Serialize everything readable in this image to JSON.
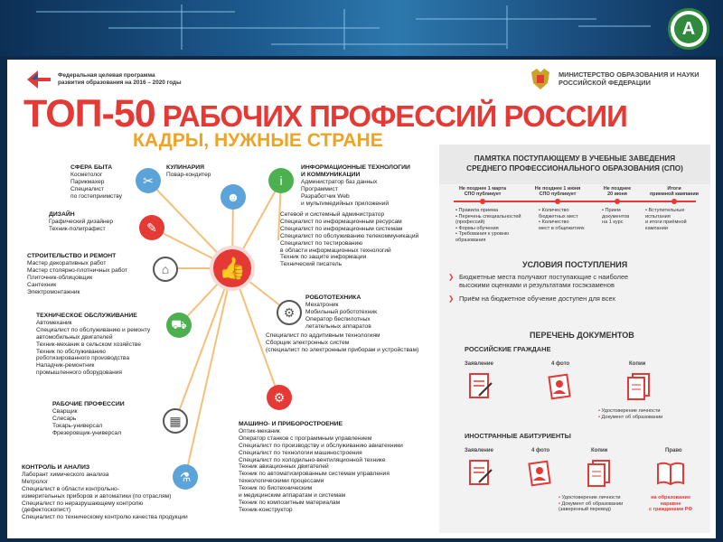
{
  "poster": {
    "program_line1": "Федеральная целевая программа",
    "program_line2": "развития образования на 2016 – 2020 годы",
    "ministry_line1": "МИНИСТЕРСТВО ОБРАЗОВАНИЯ И НАУКИ",
    "ministry_line2": "РОССИЙСКОЙ ФЕДЕРАЦИИ",
    "title_prefix": "ТОП-50",
    "title_rest": "РАБОЧИХ ПРОФЕССИЙ РОССИИ",
    "subtitle": "КАДРЫ, НУЖНЫЕ СТРАНЕ"
  },
  "groups": [
    {
      "title": "СФЕРА БЫТА",
      "items": [
        "Косметолог",
        "Парикмахер",
        "Специалист",
        "по гостеприимству"
      ]
    },
    {
      "title": "КУЛИНАРИЯ",
      "items": [
        "Повар-кондитер"
      ]
    },
    {
      "title": "ИНФОРМАЦИОННЫЕ ТЕХНОЛОГИИ",
      "title2": "И КОММУНИКАЦИИ",
      "items": [
        "Администратор баз данных",
        "Программист",
        "Разработчик Web",
        "и мультимедийных приложений"
      ]
    },
    {
      "title": "ДИЗАЙН",
      "items": [
        "Графический дизайнер",
        "Техник-полиграфист"
      ]
    },
    {
      "title": "СТРОИТЕЛЬСТВО И РЕМОНТ",
      "items": [
        "Мастер декоративных работ",
        "Мастер столярно-плотничных работ",
        "Плиточник-облицовщик",
        "Сантехник",
        "Электромонтажник"
      ]
    },
    {
      "title": "ТЕХНИЧЕСКОЕ ОБСЛУЖИВАНИЕ",
      "items": [
        "Автомеханик",
        "Специалист по обслуживанию и ремонту",
        "автомобильных двигателей",
        "Техник-механик в сельском хозяйстве",
        "Техник по обслуживанию",
        "роботизированного производства",
        "Наладчик-ремонтник",
        "промышленного оборудования"
      ]
    },
    {
      "title": "РАБОЧИЕ ПРОФЕССИИ",
      "items": [
        "Сварщик",
        "Слесарь",
        "Токарь-универсал",
        "Фрезеровщик-универсал"
      ]
    },
    {
      "title": "КОНТРОЛЬ И АНАЛИЗ",
      "items": [
        "Лаборант химического анализа",
        "Метролог",
        "Специалист в области контрольно-",
        "измерительных приборов и автоматики (по отраслям)",
        "Специалист по неразрушающему контролю",
        "(дефектоскопист)",
        "Специалист по техническому контролю качества продукции"
      ]
    },
    {
      "title": "РОБОТОТЕХНИКА",
      "items": [
        "Мехатроник",
        "Мобильный робототехник",
        "Оператор беспилотных",
        "летательных аппаратов"
      ]
    },
    {
      "title": "МАШИНО- И ПРИБОРОСТРОЕНИЕ",
      "items": [
        "Оптик-механик",
        "Оператор станков с программным управлением",
        "Специалист по производству и обслуживанию авиатехники",
        "Специалист по технологии машиностроения",
        "Специалист по холодильно-вентиляционной технике",
        "Техник авиационных двигателей",
        "Техник по автоматизированным системам управления",
        "технологическими процессами",
        "Техник по биотехническим",
        "и медицинским аппаратам и системам",
        "Техник по композитным материалам",
        "Техник-конструктор"
      ]
    }
  ],
  "it_extra": [
    "Сетевой и системный администратор",
    "Специалист по информационным ресурсам",
    "Специалист по информационным системам",
    "Специалист по обслуживанию телекоммуникаций",
    "Специалист по тестированию",
    "в области информационных технологий",
    "Техник по защите информации",
    "Технический писатель"
  ],
  "robot_extra": [
    "Специалист по аддитивным технологиям",
    "Сборщик электронных систем",
    "(специалист по электронным приборам и устройствам)"
  ],
  "memo": {
    "title_line1": "ПАМЯТКА ПОСТУПАЮЩЕМУ В УЧЕБНЫЕ ЗАВЕДЕНИЯ",
    "title_line2": "СРЕДНЕГО ПРОФЕССИОНАЛЬНОГО ОБРАЗОВАНИЯ (СПО)",
    "timeline": [
      {
        "label1": "Не позднее 1 марта",
        "label2": "СПО публикует",
        "items": [
          "• Правила приема",
          "• Перечень специальностей",
          "  (профессий)",
          "• Формы обучения",
          "• Требования к уровню",
          "  образования"
        ]
      },
      {
        "label1": "Не позднее 1 июня",
        "label2": "СПО публикует",
        "items": [
          "• Количество",
          "  бюджетных мест",
          "• Количество",
          "  мест в общежитиях"
        ]
      },
      {
        "label1": "Не позднее",
        "label2": "20 июня",
        "items": [
          "• Прием",
          "  документов",
          "  на 1 курс"
        ]
      },
      {
        "label1": "Итоги",
        "label2": "приемной кампании",
        "items": [
          "• Вступительные",
          "  испытания",
          "  и итоги приёмной",
          "  кампании"
        ]
      }
    ],
    "conditions_title": "УСЛОВИЯ ПОСТУПЛЕНИЯ",
    "conditions": [
      [
        "Бюджетные места получают поступающие с наиболее",
        "высокими оценками и результатами госэкзаменов"
      ],
      [
        "Приём на бюджетное обучение доступен для всех"
      ]
    ],
    "docs_title": "ПЕРЕЧЕНЬ ДОКУМЕНТОВ",
    "russian_title": "РОССИЙСКИЕ ГРАЖДАНЕ",
    "russian_docs": [
      "Заявление",
      "4 фото",
      "Копии"
    ],
    "russian_notes": [
      "Удостоверение личности",
      "Документ об образовании"
    ],
    "foreign_title": "ИНОСТРАННЫЕ АБИТУРИЕНТЫ",
    "foreign_docs": [
      "Заявление",
      "4 фото",
      "Копии",
      "Право"
    ],
    "foreign_notes": [
      "Удостоверение личности",
      "Документ об образовании",
      "(заверенный перевод)"
    ],
    "foreign_right": [
      "на образование",
      "наравне",
      "с гражданами РФ"
    ]
  },
  "colors": {
    "red": "#e53935",
    "orange": "#f0a323",
    "blue": "#1e5fa8",
    "green": "#2f8a3d"
  }
}
